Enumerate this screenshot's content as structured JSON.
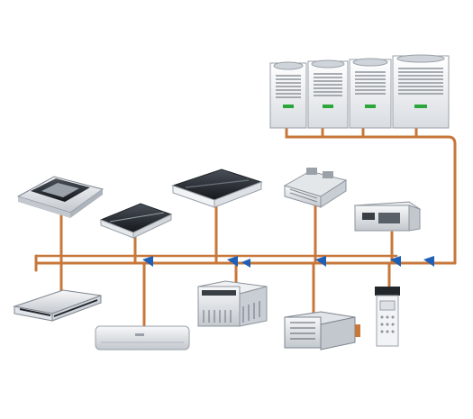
{
  "diagram": {
    "colors": {
      "pipe": "#c8773a",
      "pipe_dark": "#8f4c1e",
      "joint": "#1f5fb5",
      "unit_light": "#f1f3f5",
      "unit_shadow": "#b9bec5",
      "unit_dark": "#22262b",
      "fan_grille": "#8d949c",
      "green_badge": "#2aa63a",
      "background": "#ffffff"
    },
    "outdoor_units": [
      {
        "name": "outdoor-unit-1",
        "icon": "outdoor-condenser-icon"
      },
      {
        "name": "outdoor-unit-2",
        "icon": "outdoor-condenser-icon"
      },
      {
        "name": "outdoor-unit-3",
        "icon": "outdoor-condenser-icon"
      },
      {
        "name": "outdoor-unit-4",
        "icon": "outdoor-condenser-icon"
      }
    ],
    "indoor_units": [
      {
        "name": "cassette-4way-dark",
        "icon": "ceiling-cassette-icon"
      },
      {
        "name": "cassette-1way-dark",
        "icon": "ceiling-cassette-icon"
      },
      {
        "name": "cassette-1way-white",
        "icon": "ceiling-cassette-icon"
      },
      {
        "name": "ducted-unit-grey",
        "icon": "ducted-unit-icon"
      },
      {
        "name": "ducted-unit-slim",
        "icon": "ducted-unit-icon"
      },
      {
        "name": "ceiling-floor-unit",
        "icon": "ceiling-suspended-icon"
      },
      {
        "name": "wall-mounted-unit",
        "icon": "wall-split-icon"
      },
      {
        "name": "floor-standing-unit",
        "icon": "floor-console-icon"
      },
      {
        "name": "concealed-floor-unit",
        "icon": "floor-concealed-icon"
      },
      {
        "name": "wall-controller",
        "icon": "controller-icon"
      }
    ]
  }
}
